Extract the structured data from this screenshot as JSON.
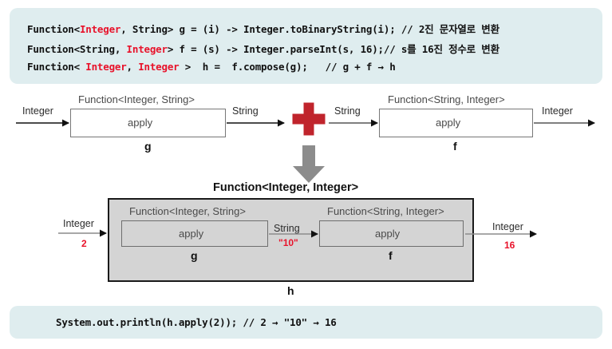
{
  "top_code": {
    "lines": [
      {
        "segments": [
          {
            "text": "Function<",
            "color": "black"
          },
          {
            "text": "Integer",
            "color": "red"
          },
          {
            "text": ", String> g = (i) -> Integer.toBinaryString(i); // 2진 문자열로 변환",
            "color": "black"
          }
        ]
      },
      {
        "segments": [
          {
            "text": "Function<String, ",
            "color": "black"
          },
          {
            "text": "Integer",
            "color": "red"
          },
          {
            "text": "> f = (s) -> Integer.parseInt(s, 16);// s를 16진 정수로 변환",
            "color": "black"
          }
        ]
      },
      {
        "segments": [
          {
            "text": "Function< ",
            "color": "black"
          },
          {
            "text": "Integer",
            "color": "red"
          },
          {
            "text": ", ",
            "color": "black"
          },
          {
            "text": "Integer",
            "color": "red"
          },
          {
            "text": " >  h =  f.compose(g);   // g + f → h",
            "color": "black"
          }
        ]
      }
    ]
  },
  "bottom_code": {
    "line": "System.out.println(h.apply(2)); // 2 → \"10\" → 16"
  },
  "diagram": {
    "top": {
      "g": {
        "type_label": "Function<Integer, String>",
        "input_label": "Integer",
        "output_label": "String",
        "body_label": "apply",
        "name_label": "g"
      },
      "operator": "+",
      "f": {
        "type_label": "Function<String, Integer>",
        "input_label": "String",
        "output_label": "Integer",
        "body_label": "apply",
        "name_label": "f"
      }
    },
    "composed": {
      "type_label": "Function<Integer, Integer>",
      "input_label": "Integer",
      "input_value": "2",
      "middle_label": "String",
      "middle_value": "\"10\"",
      "output_label": "Integer",
      "output_value": "16",
      "name_label": "h",
      "g": {
        "type_label": "Function<Integer, String>",
        "body_label": "apply",
        "name_label": "g"
      },
      "f": {
        "type_label": "Function<String, Integer>",
        "body_label": "apply",
        "name_label": "f"
      }
    }
  },
  "colors": {
    "code_bg": "#dfedef",
    "accent_red": "#e8122a",
    "plus_red": "#c0242c",
    "arrow_gray": "#8c8c8c",
    "box_gray": "#d4d4d4"
  }
}
